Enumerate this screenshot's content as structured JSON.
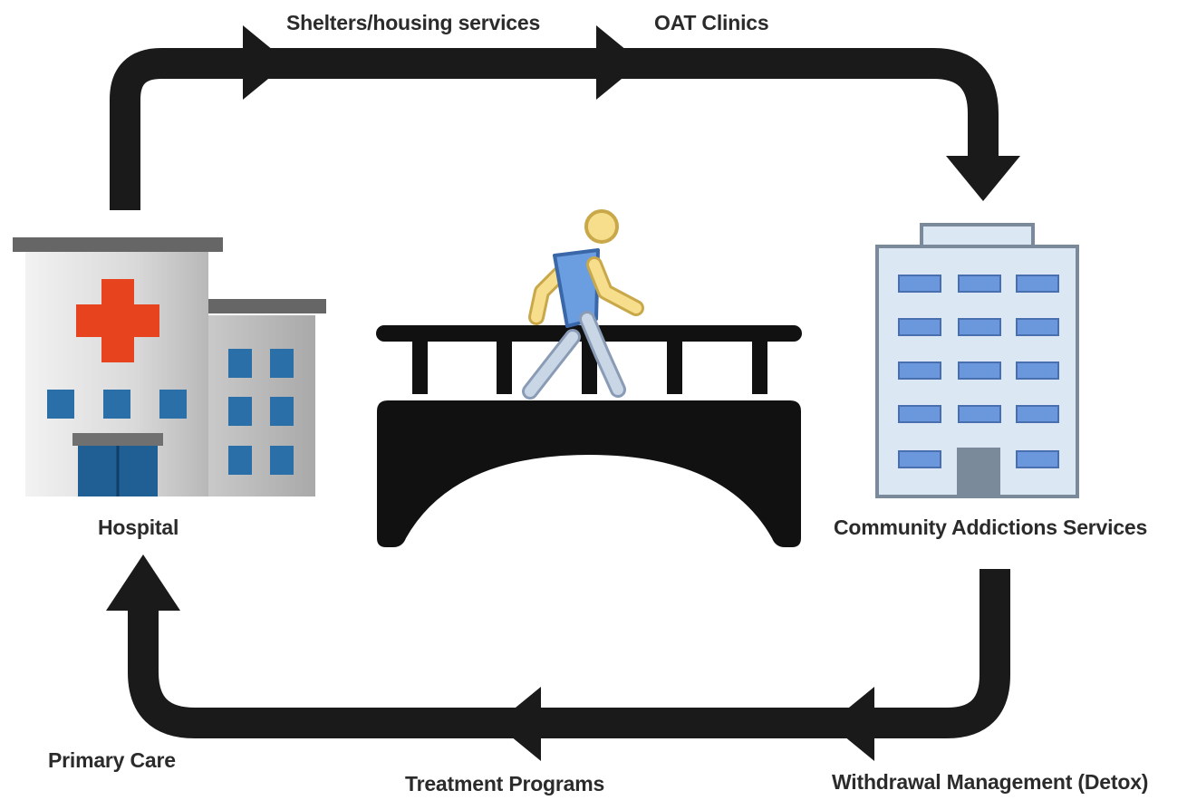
{
  "diagram": {
    "nodes": {
      "shelters": "Shelters/housing services",
      "oat": "OAT Clinics",
      "hospital": "Hospital",
      "community": "Community Addictions Services",
      "primary_care": "Primary Care",
      "treatment": "Treatment Programs",
      "withdrawal": "Withdrawal Management (Detox)"
    },
    "flow": [
      "Hospital",
      "Shelters/housing services",
      "OAT Clinics",
      "Community Addictions Services",
      "Withdrawal Management (Detox)",
      "Treatment Programs",
      "Primary Care",
      "Hospital"
    ],
    "icons": [
      "hospital-icon",
      "bridge-icon",
      "walking-person-icon",
      "office-building-icon"
    ],
    "colors": {
      "arrow": "#1a1a1a",
      "cross": "#e8431f",
      "hospital_window": "#2a6fa8",
      "building_fill": "#dbe7f3",
      "building_window": "#6b97dc",
      "person_skin": "#f7de8c",
      "person_shirt": "#6a9ee0",
      "person_pants": "#b9c9dd"
    }
  }
}
